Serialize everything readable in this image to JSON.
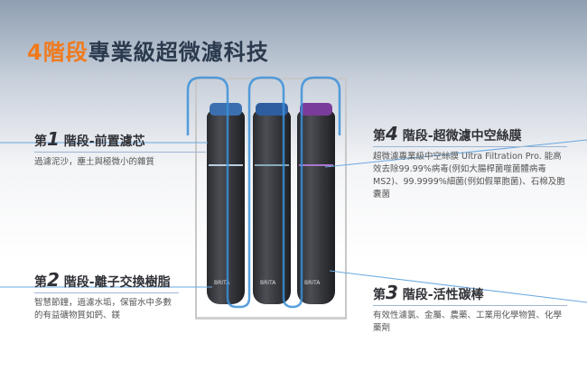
{
  "title": {
    "highlight": "4階段",
    "rest": "專業級超微濾科技"
  },
  "stages": [
    {
      "prefix": "第",
      "num": "1",
      "label": "階段-前置濾芯",
      "desc": "過濾泥沙，塵土與極微小的雜質"
    },
    {
      "prefix": "第",
      "num": "2",
      "label": "階段-離子交換樹脂",
      "desc": "智慧節鐘，過濾水垢，保留水中多數的有益礦物質如鈣、鎂"
    },
    {
      "prefix": "第",
      "num": "3",
      "label": "階段-活性碳棒",
      "desc": "有效性濾氯、金屬、農藥、工業用化學物質、化學藥劑"
    },
    {
      "prefix": "第",
      "num": "4",
      "label": "階段-超微濾中空絲膜",
      "desc": "超微濾專業級中空絲膜 Ultra Filtration Pro. 能高效去除99.99%病毒(例如大腸桿菌噬菌體病毒MS2)、99.9999%細菌(例如假單胞菌)、石棉及胞囊菌"
    }
  ],
  "cartridges": [
    {
      "brand": "BRITA",
      "cap": "#3b6fb0"
    },
    {
      "brand": "BRITA",
      "cap": "#2f5ea0"
    },
    {
      "brand": "BRITA",
      "cap": "#7a3c9a"
    }
  ],
  "colors": {
    "accent": "#f07a1c",
    "arrow": "#3a8fd8"
  }
}
